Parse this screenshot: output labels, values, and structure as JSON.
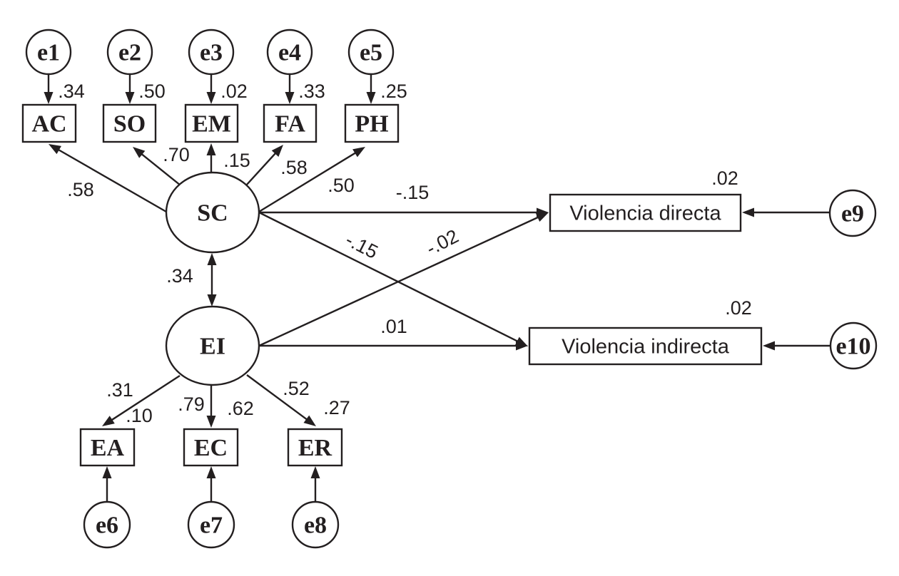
{
  "diagram": {
    "type": "structural-equation-model",
    "latent_variables": [
      {
        "id": "SC",
        "label": "SC"
      },
      {
        "id": "EI",
        "label": "EI"
      }
    ],
    "indicators": [
      {
        "id": "AC",
        "label": "AC",
        "factor": "SC",
        "loading": ".58",
        "r2": ".34",
        "error": "e1"
      },
      {
        "id": "SO",
        "label": "SO",
        "factor": "SC",
        "loading": ".70",
        "r2": ".50",
        "error": "e2"
      },
      {
        "id": "EM",
        "label": "EM",
        "factor": "SC",
        "loading": ".15",
        "r2": ".02",
        "error": "e3"
      },
      {
        "id": "FA",
        "label": "FA",
        "factor": "SC",
        "loading": ".58",
        "r2": ".33",
        "error": "e4"
      },
      {
        "id": "PH",
        "label": "PH",
        "factor": "SC",
        "loading": ".50",
        "r2": ".25",
        "error": "e5"
      },
      {
        "id": "EA",
        "label": "EA",
        "factor": "EI",
        "loading": ".31",
        "r2": ".10",
        "error": "e6"
      },
      {
        "id": "EC",
        "label": "EC",
        "factor": "EI",
        "loading": ".79",
        "r2": ".62",
        "error": "e7"
      },
      {
        "id": "ER",
        "label": "ER",
        "factor": "EI",
        "loading": ".52",
        "r2": ".27",
        "error": "e8"
      }
    ],
    "outcomes": [
      {
        "id": "VD",
        "label": "Violencia directa",
        "r2": ".02",
        "error": "e9"
      },
      {
        "id": "VI",
        "label": "Violencia indirecta",
        "r2": ".02",
        "error": "e10"
      }
    ],
    "error_terms": [
      {
        "id": "e1",
        "label": "e1",
        "target": "AC"
      },
      {
        "id": "e2",
        "label": "e2",
        "target": "SO"
      },
      {
        "id": "e3",
        "label": "e3",
        "target": "EM"
      },
      {
        "id": "e4",
        "label": "e4",
        "target": "FA"
      },
      {
        "id": "e5",
        "label": "e5",
        "target": "PH"
      },
      {
        "id": "e6",
        "label": "e6",
        "target": "EA"
      },
      {
        "id": "e7",
        "label": "e7",
        "target": "EC"
      },
      {
        "id": "e8",
        "label": "e8",
        "target": "ER"
      },
      {
        "id": "e9",
        "label": "e9",
        "target": "VD"
      },
      {
        "id": "e10",
        "label": "e10",
        "target": "VI"
      }
    ],
    "structural_paths": [
      {
        "from": "SC",
        "to": "VD",
        "value": "-.15"
      },
      {
        "from": "SC",
        "to": "VI",
        "value": "-.15"
      },
      {
        "from": "EI",
        "to": "VD",
        "value": "-.02"
      },
      {
        "from": "EI",
        "to": "VI",
        "value": ".01"
      }
    ],
    "covariance": {
      "between": [
        "SC",
        "EI"
      ],
      "value": ".34"
    },
    "colors": {
      "stroke": "#231f20",
      "background": "#ffffff"
    }
  }
}
